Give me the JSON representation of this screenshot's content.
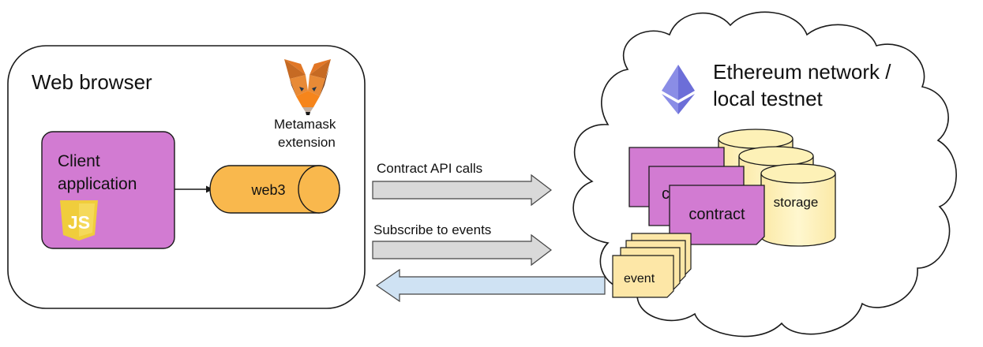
{
  "browser": {
    "title": "Web browser",
    "client_line1": "Client",
    "client_line2": "application",
    "js_badge": "JS",
    "web3_label": "web3",
    "metamask_line1": "Metamask",
    "metamask_line2": "extension"
  },
  "arrows": {
    "contract_calls": "Contract API calls",
    "subscribe": "Subscribe to events"
  },
  "network": {
    "title_line1": "Ethereum network /",
    "title_line2": "local testnet",
    "storage_label": "storage",
    "storage_partial": "s",
    "contract_label": "contract",
    "contract_partial": "c",
    "event_label": "event"
  },
  "icons": {
    "metamask": "metamask-fox-icon",
    "ethereum": "ethereum-diamond-icon",
    "javascript": "javascript-shield-icon"
  },
  "colors": {
    "client_fill": "#d27bd2",
    "contract_fill": "#d27bd2",
    "web3_fill": "#f9b84d",
    "storage_fill": "#fdf1b7",
    "event_fill": "#fde7a7",
    "call_arrow_fill": "#d9d9d9",
    "event_arrow_fill": "#cfe2f3",
    "js_yellow": "#f0cd3c",
    "eth_purple": "#6c6ed8"
  }
}
